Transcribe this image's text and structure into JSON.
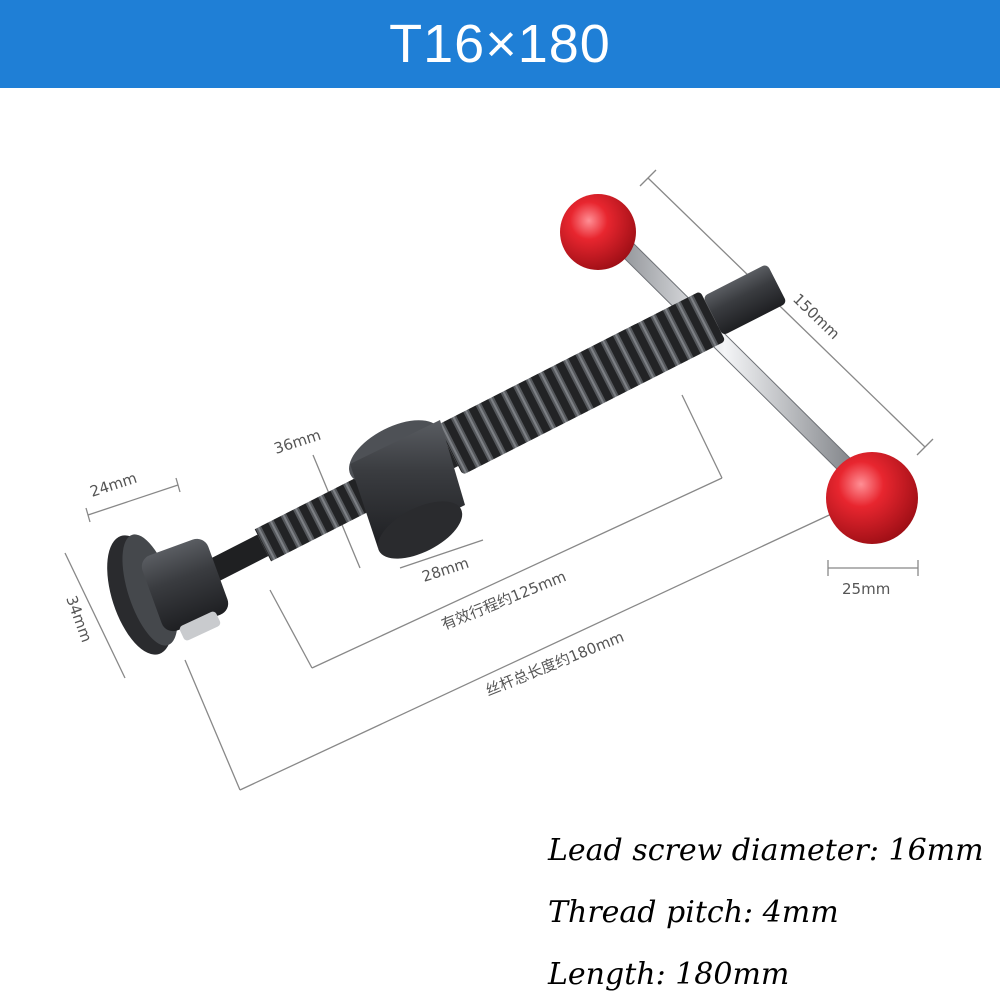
{
  "header": {
    "title": "T16×180"
  },
  "colors": {
    "header_bg": "#1f7fd6",
    "ball_red": "#e0202a",
    "screw_dark": "#2e3033"
  },
  "dimensions": {
    "handle_length": "150mm",
    "nut_diameter": "36mm",
    "pad_width": "24mm",
    "pad_diameter": "34mm",
    "nut_length": "28mm",
    "ball_diameter": "25mm",
    "effective_travel": "有效行程约125mm",
    "total_length": "丝杆总长度约180mm"
  },
  "specs": {
    "diameter": "Lead screw diameter: 16mm",
    "pitch": "Thread pitch: 4mm",
    "length": "Length: 180mm"
  }
}
